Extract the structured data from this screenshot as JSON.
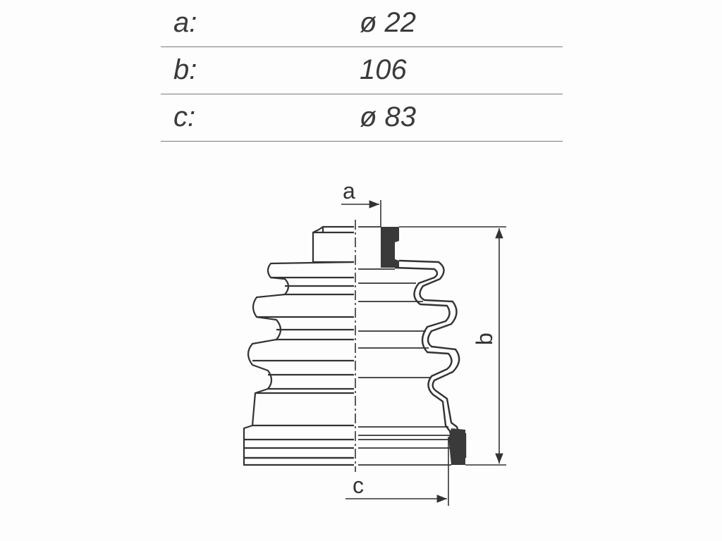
{
  "specs": [
    {
      "label": "a:",
      "value": "ø 22"
    },
    {
      "label": "b:",
      "value": "106"
    },
    {
      "label": "c:",
      "value": "ø  83"
    }
  ],
  "drawing": {
    "label_a": "a",
    "label_b": "b",
    "label_c": "c",
    "line_color": "#333333",
    "fill_color": "#3a3a3a"
  }
}
